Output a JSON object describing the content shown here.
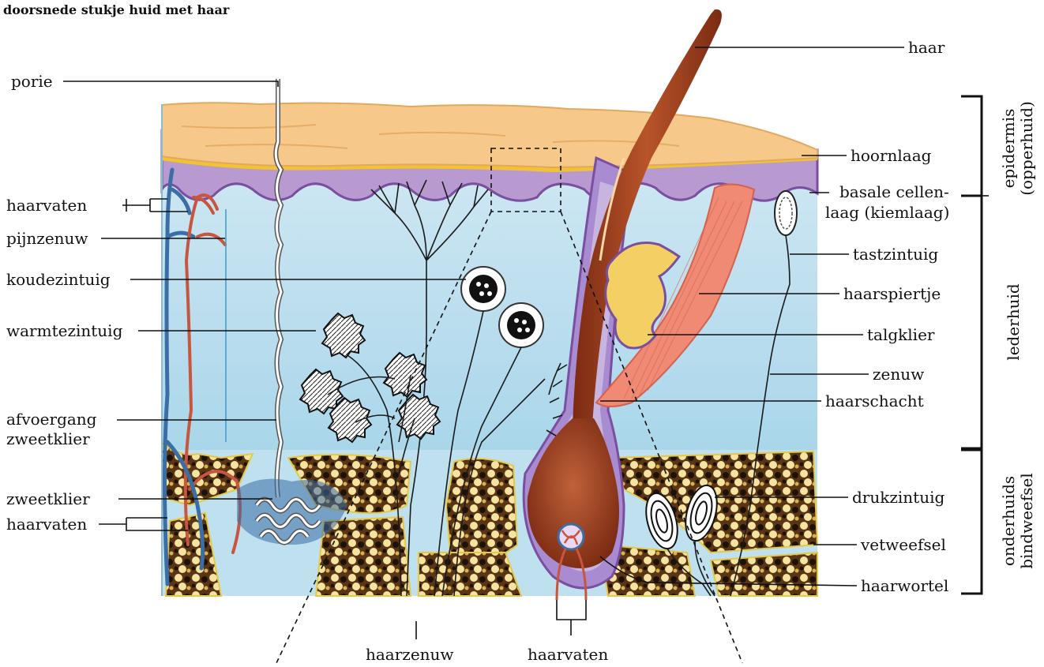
{
  "title": "doorsnede stukje huid met haar",
  "labels": {
    "haar": "haar",
    "porie": "porie",
    "hoornlaag": "hoornlaag",
    "basale_line1": "basale cellen-",
    "basale_line2": "laag (kiemlaag)",
    "haarvaten_top": "haarvaten",
    "pijnzenuw": "pijnzenuw",
    "koudezintuig": "koudezintuig",
    "warmtezintuig": "warmtezintuig",
    "afvoergang_line1": "afvoergang",
    "afvoergang_line2": "zweetklier",
    "zweetklier": "zweetklier",
    "haarvaten_bottom": "haarvaten",
    "tastzintuig": "tastzintuig",
    "haarspiertje": "haarspiertje",
    "talgklier": "talgklier",
    "zenuw": "zenuw",
    "haarschacht": "haarschacht",
    "drukzintuig": "drukzintuig",
    "vetweefsel": "vetweefsel",
    "haarwortel": "haarwortel",
    "haarzenuw": "haarzenuw",
    "haarvaten_root": "haarvaten"
  },
  "layers": {
    "epidermis_line1": "epidermis",
    "epidermis_line2": "(opperhuid)",
    "lederhuid": "lederhuid",
    "onderhuids_line1": "onderhuids",
    "onderhuids_line2": "bindweefsel"
  },
  "colors": {
    "horny_layer": "#f6c98a",
    "yellow_line": "#f2c230",
    "basal_layer": "#b89ad0",
    "dermis": "#bfe0ef",
    "fat": "#6b4420",
    "hair": "#9a3a1c",
    "muscle": "#f08a74",
    "sebaceous": "#f4cf63",
    "artery": "#c8553d",
    "vein": "#3a6ea5"
  }
}
